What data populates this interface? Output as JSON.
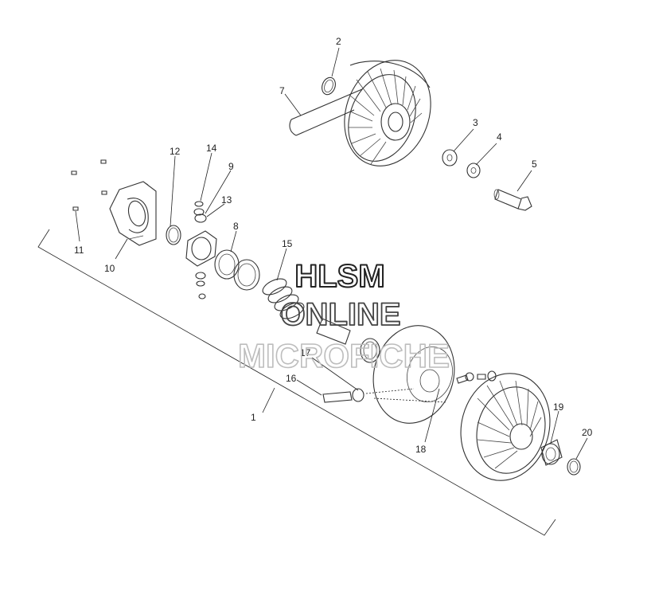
{
  "watermark": {
    "line1": "HLSM",
    "line2": "ONLINE",
    "line3": "MICROFICHE"
  },
  "callouts": [
    {
      "id": "c1",
      "label": "1"
    },
    {
      "id": "c2",
      "label": "2"
    },
    {
      "id": "c3",
      "label": "3"
    },
    {
      "id": "c4",
      "label": "4"
    },
    {
      "id": "c5",
      "label": "5"
    },
    {
      "id": "c7",
      "label": "7"
    },
    {
      "id": "c8",
      "label": "8"
    },
    {
      "id": "c9",
      "label": "9"
    },
    {
      "id": "c10",
      "label": "10"
    },
    {
      "id": "c11",
      "label": "11"
    },
    {
      "id": "c12",
      "label": "12"
    },
    {
      "id": "c13",
      "label": "13"
    },
    {
      "id": "c14",
      "label": "14"
    },
    {
      "id": "c15",
      "label": "15"
    },
    {
      "id": "c16",
      "label": "16"
    },
    {
      "id": "c17",
      "label": "17"
    },
    {
      "id": "c18",
      "label": "18"
    },
    {
      "id": "c19",
      "label": "19"
    },
    {
      "id": "c20",
      "label": "20"
    }
  ]
}
